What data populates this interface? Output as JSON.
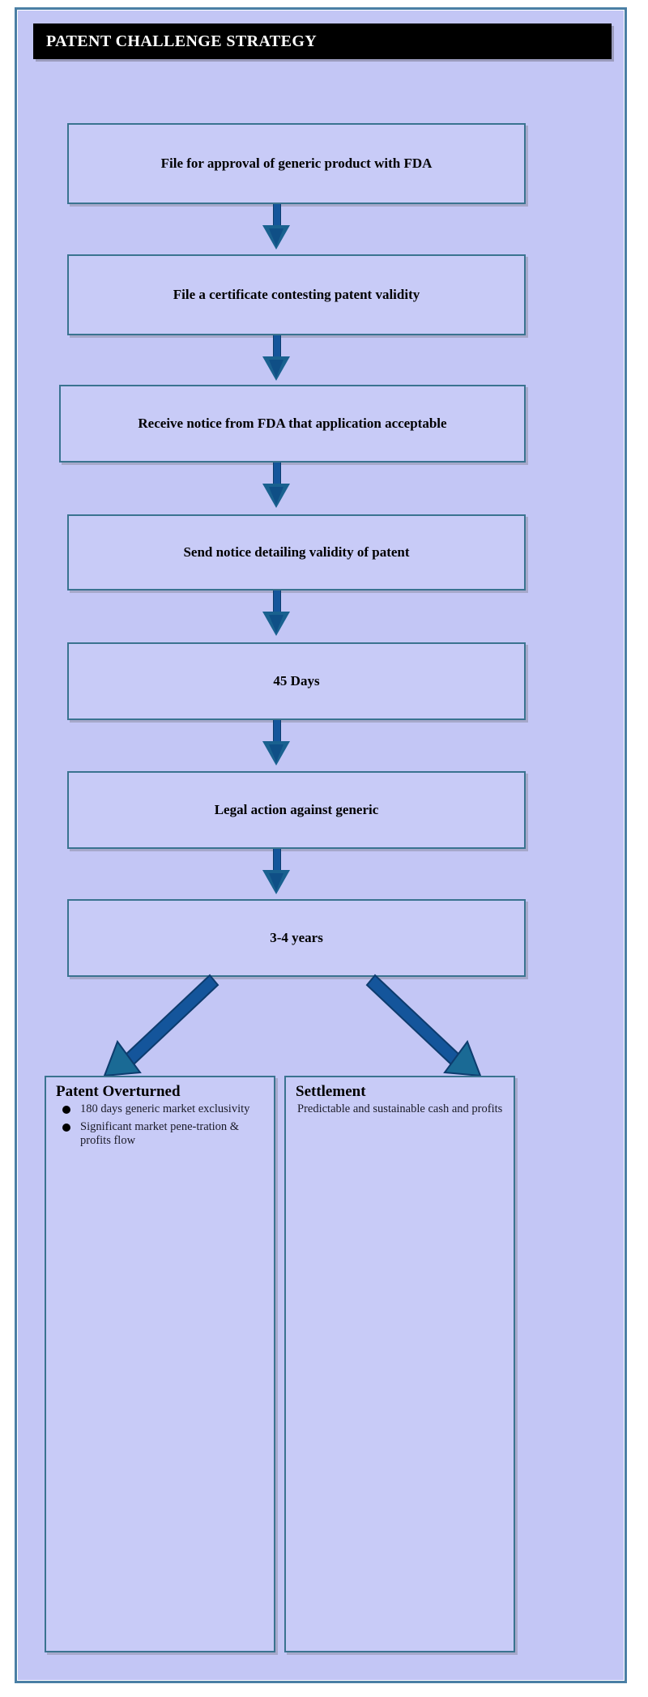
{
  "title": "PATENT CHALLENGE STRATEGY",
  "colors": {
    "frame_border": "#4a7fa5",
    "panel_background": "#c3c6f5",
    "box_fill": "#c8cbf7",
    "box_border": "#3a7390",
    "arrow": "#14559b",
    "title_background": "#000000",
    "title_text": "#ffffff"
  },
  "steps": [
    {
      "id": "step-1",
      "label": "File for approval of generic product with FDA"
    },
    {
      "id": "step-2",
      "label": "File a certificate contesting patent validity"
    },
    {
      "id": "step-3",
      "label": "Receive notice from FDA that application acceptable"
    },
    {
      "id": "step-4",
      "label": "Send notice detailing validity of patent"
    },
    {
      "id": "step-5",
      "label": "45 Days"
    },
    {
      "id": "step-6",
      "label": "Legal action against generic"
    },
    {
      "id": "step-7",
      "label": "3-4 years"
    }
  ],
  "outcomes": {
    "left": {
      "title": "Patent Overturned",
      "bullets": [
        "180 days generic market exclusivity",
        "Significant market pene-tration & profits flow"
      ]
    },
    "right": {
      "title": "Settlement",
      "body": "Predictable and sustainable cash and profits"
    }
  },
  "icons": {
    "down_arrow": "down-arrow-icon",
    "branch_arrow_left": "diagonal-arrow-left-icon",
    "branch_arrow_right": "diagonal-arrow-right-icon",
    "bullet": "bullet-dot-icon"
  }
}
